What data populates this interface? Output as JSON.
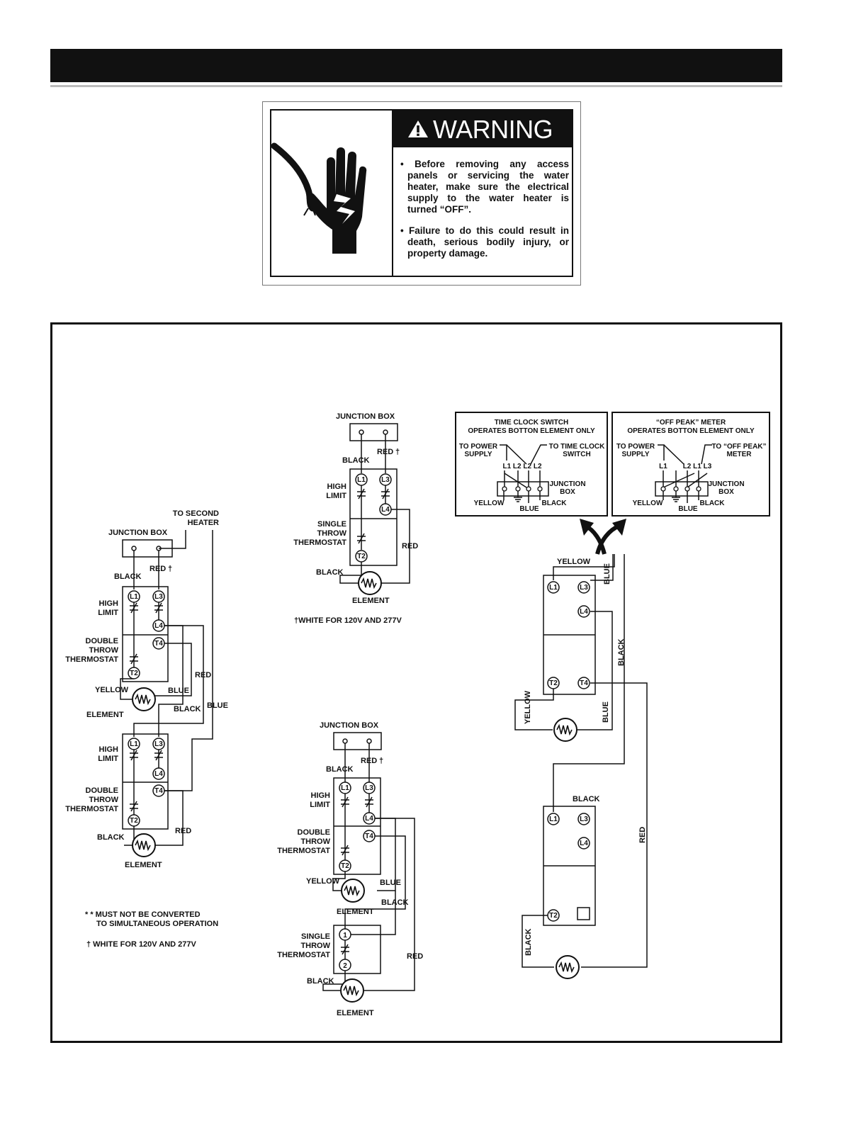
{
  "warning": {
    "title": "WARNING",
    "icon": "electric-shock-hand-icon",
    "bullets": [
      "Before removing any access panels or servicing the water heater, make sure the electrical supply to the water heater is turned “OFF”.",
      "Failure to do this could result in death, serious bodily injury, or property damage."
    ]
  },
  "diagram_a": {
    "junction_box": "JUNCTION BOX",
    "to_second_heater_1": "TO SECOND",
    "to_second_heater_2": "HEATER",
    "black": "BLACK",
    "red": "RED",
    "dagger": "†",
    "high_limit_1": "HIGH",
    "high_limit_2": "LIMIT",
    "dt_1": "DOUBLE",
    "dt_2": "THROW",
    "dt_3": "THERMOSTAT",
    "yellow": "YELLOW",
    "blue": "BLUE",
    "element": "ELEMENT",
    "note_1": "* * MUST NOT BE CONVERTED",
    "note_2": "TO SIMULTANEOUS OPERATION",
    "note_3": "† WHITE FOR 120V AND 277V"
  },
  "diagram_b": {
    "junction_box": "JUNCTION BOX",
    "black": "BLACK",
    "red": "RED",
    "dagger": "†",
    "high_limit_1": "HIGH",
    "high_limit_2": "LIMIT",
    "st_1": "SINGLE",
    "st_2": "THROW",
    "st_3": "THERMOSTAT",
    "element": "ELEMENT",
    "note": "†WHITE FOR 120V AND 277V"
  },
  "diagram_c": {
    "junction_box": "JUNCTION BOX",
    "black": "BLACK",
    "red": "RED",
    "dagger": "†",
    "high_limit_1": "HIGH",
    "high_limit_2": "LIMIT",
    "dt_1": "DOUBLE",
    "dt_2": "THROW",
    "dt_3": "THERMOSTAT",
    "yellow": "YELLOW",
    "blue": "BLUE",
    "element": "ELEMENT",
    "st_1": "SINGLE",
    "st_2": "THROW",
    "st_3": "THERMOSTAT"
  },
  "time_clock": {
    "title_1": "TIME CLOCK SWITCH",
    "title_2": "OPERATES BOTTON ELEMENT ONLY",
    "to_power_1": "TO POWER",
    "to_power_2": "SUPPLY",
    "to_target_1": "TO TIME CLOCK",
    "to_target_2": "SWITCH",
    "terminals": "L1  L2  L2  L2",
    "junction_1": "JUNCTION",
    "junction_2": "BOX",
    "yellow": "YELLOW",
    "blue": "BLUE",
    "black": "BLACK"
  },
  "off_peak": {
    "title_1": "“OFF PEAK” METER",
    "title_2": "OPERATES BOTTON ELEMENT ONLY",
    "to_power_1": "TO POWER",
    "to_power_2": "SUPPLY",
    "to_target_1": "TO “OFF PEAK”",
    "to_target_2": "METER",
    "terminals_a": "L1",
    "terminals_b": "L2  L1  L3",
    "junction_1": "JUNCTION",
    "junction_2": "BOX",
    "yellow": "YELLOW",
    "blue": "BLUE",
    "black": "BLACK"
  },
  "diagram_d": {
    "yellow": "YELLOW",
    "blue": "BLUE",
    "black": "BLACK",
    "red": "RED"
  },
  "terminals": {
    "l1": "L1",
    "l3": "L3",
    "l4": "L4",
    "t2": "T2",
    "t4": "T4",
    "one": "1",
    "two": "2"
  }
}
